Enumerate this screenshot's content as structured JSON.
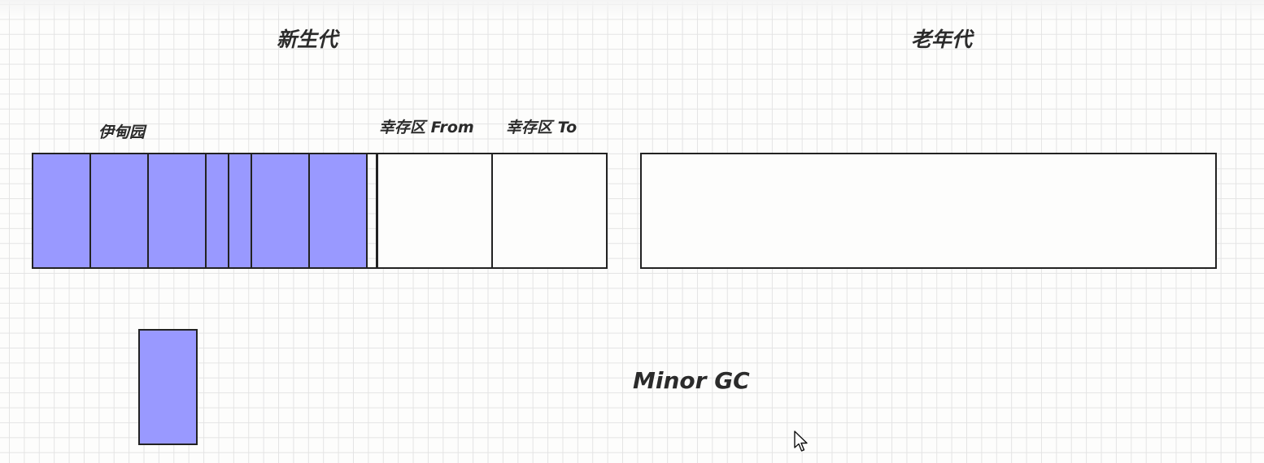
{
  "labels": {
    "young_generation": "新生代",
    "old_generation": "老年代",
    "eden": "伊甸园",
    "survivor_from": "幸存区 From",
    "survivor_to": "幸存区 To",
    "minor_gc": "Minor GC"
  },
  "colors": {
    "object_fill": "#9999ff",
    "border": "#222222",
    "grid_line": "#e4e4e4",
    "background": "#fdfdfc"
  },
  "icons": {
    "cursor": "mouse-pointer-icon"
  }
}
